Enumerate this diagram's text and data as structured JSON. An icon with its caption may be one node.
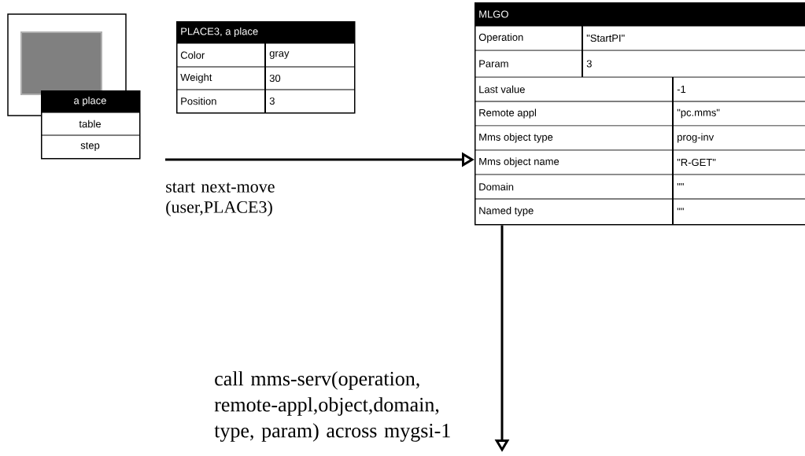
{
  "diagram": {
    "nodes": [
      {
        "text": [
          "a place",
          "table",
          "step"
        ]
      },
      {
        "text": [
          "PLACE3, a place",
          "Color",
          "gray",
          "Weight",
          "30",
          "Position",
          "3"
        ]
      },
      {
        "text": [
          "MLGO",
          "Operation",
          "\"StartPI\"",
          "Param",
          "3",
          "Last value",
          "-1",
          "Remote appl",
          "\"pc.mms\"",
          "Mms object type",
          "prog-inv",
          "Mms object name",
          "\"R-GET\"",
          "Domain",
          "\"\"",
          "Named type",
          "\"\""
        ]
      }
    ],
    "edges": [
      {
        "from": null,
        "to": 2,
        "arrow": "to",
        "label": "start next-move (user,PLACE3)"
      },
      {
        "from": 2,
        "to": null,
        "arrow": "to",
        "label": "call mms-serv(operation, remote-appl,object,domain, type, param) across mygsi-1"
      }
    ]
  }
}
